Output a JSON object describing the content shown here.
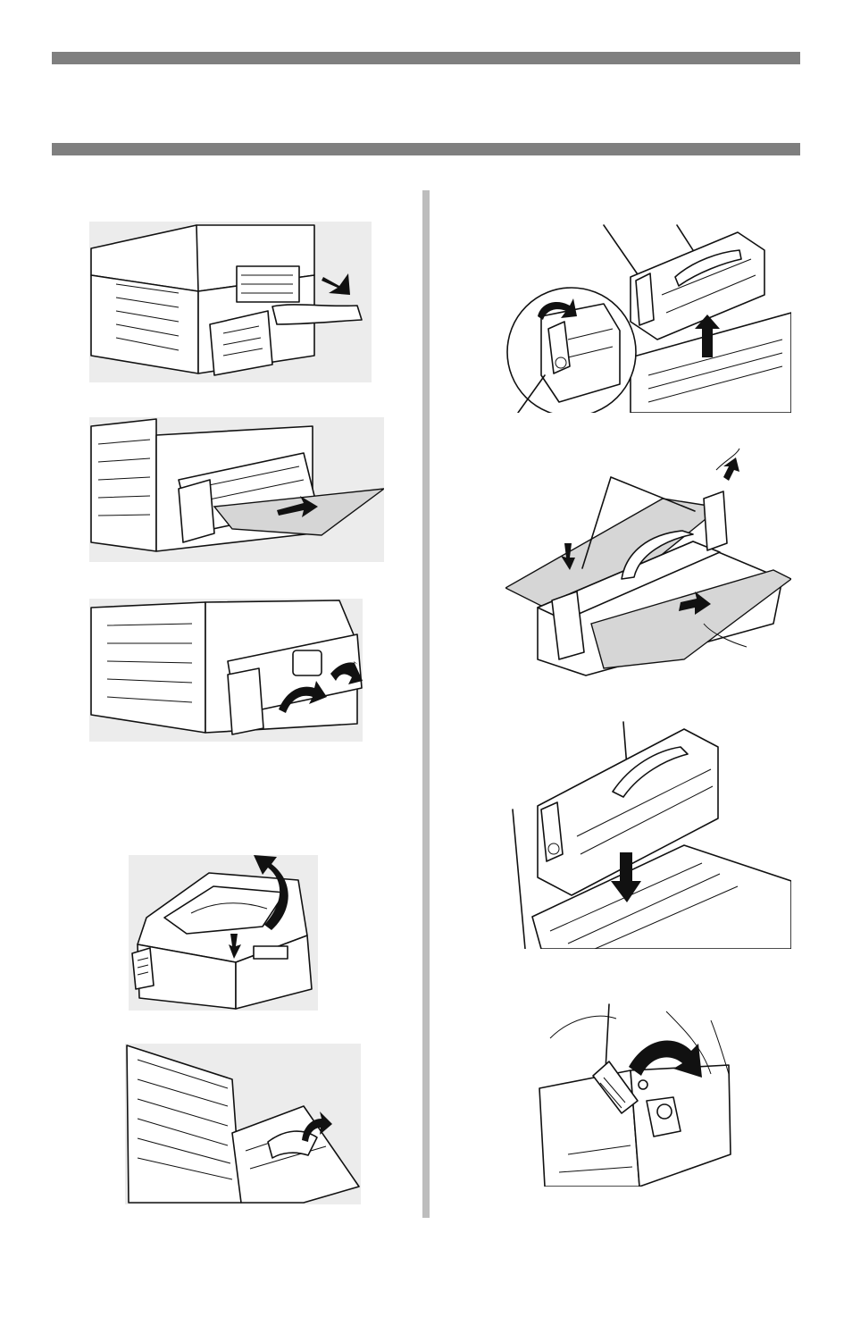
{
  "page": {
    "header_rule_top": "",
    "header_rule_bottom": "",
    "center_divider": ""
  },
  "figures": {
    "left": [
      {
        "id": "open-rear-duplex-cover",
        "icon": "hand-pulling-cover"
      },
      {
        "id": "remove-jammed-paper-duplex",
        "icon": "paper-pull-arrow"
      },
      {
        "id": "close-rear-duplex-cover",
        "icon": "push-cover-arrows"
      },
      {
        "id": "open-top-cover",
        "icon": "top-cover-lift-arrow"
      },
      {
        "id": "open-inner-cover",
        "icon": "hand-lifting-cover"
      }
    ],
    "right": [
      {
        "id": "lift-fuser-unit",
        "icon": "fuser-lever-callout"
      },
      {
        "id": "remove-paper-from-fuser",
        "icon": "fuser-paper-pull"
      },
      {
        "id": "reinstall-fuser-unit",
        "icon": "fuser-down-arrow"
      },
      {
        "id": "lock-fuser-lever",
        "icon": "lever-rotate-arrow"
      }
    ]
  },
  "colors": {
    "rule": "#7f7f7f",
    "divider": "#bdbdbd",
    "paper": "#d6d6d6",
    "line": "#111111"
  }
}
